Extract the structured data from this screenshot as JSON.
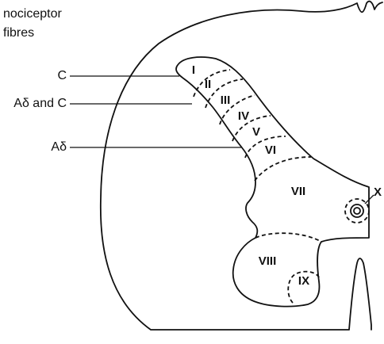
{
  "title": {
    "line1": "nociceptor",
    "line2": "fibres"
  },
  "fibres": {
    "c": "C",
    "adelta_and_c": "Aδ and C",
    "adelta": "Aδ"
  },
  "laminae": {
    "i": "I",
    "ii": "II",
    "iii": "III",
    "iv": "IV",
    "v": "V",
    "vi": "VI",
    "vii": "VII",
    "viii": "VIII",
    "ix": "IX",
    "x": "X"
  }
}
